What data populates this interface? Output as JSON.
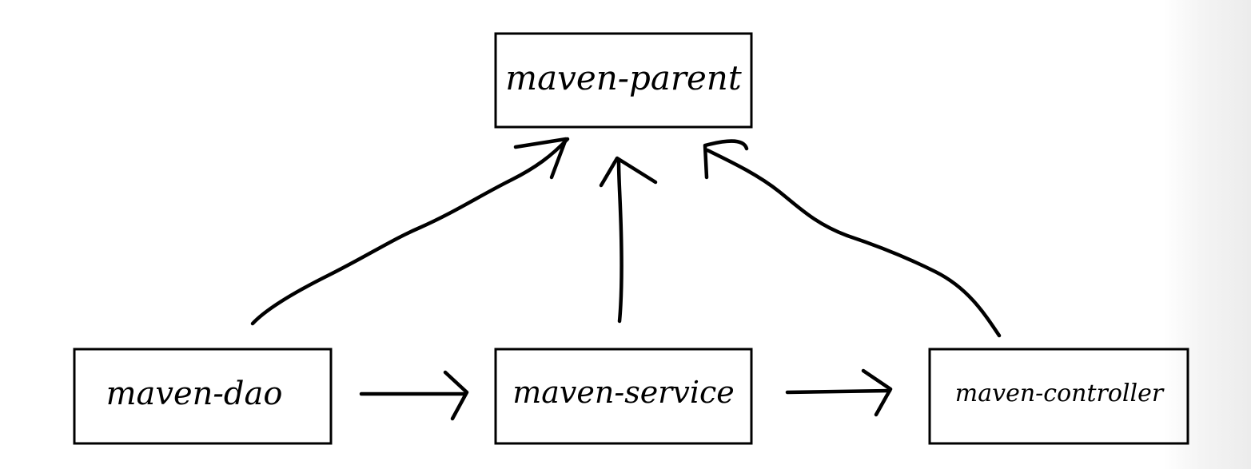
{
  "diagram": {
    "nodes": {
      "parent": {
        "label": "maven-parent"
      },
      "dao": {
        "label": "maven-dao"
      },
      "service": {
        "label": "maven-service"
      },
      "controller": {
        "label": "maven-controller"
      }
    },
    "edges": [
      {
        "from": "dao",
        "to": "parent"
      },
      {
        "from": "service",
        "to": "parent"
      },
      {
        "from": "controller",
        "to": "parent"
      },
      {
        "from": "dao",
        "to": "service"
      },
      {
        "from": "service",
        "to": "controller"
      }
    ],
    "colors": {
      "stroke": "#000000",
      "background": "#ffffff"
    }
  }
}
